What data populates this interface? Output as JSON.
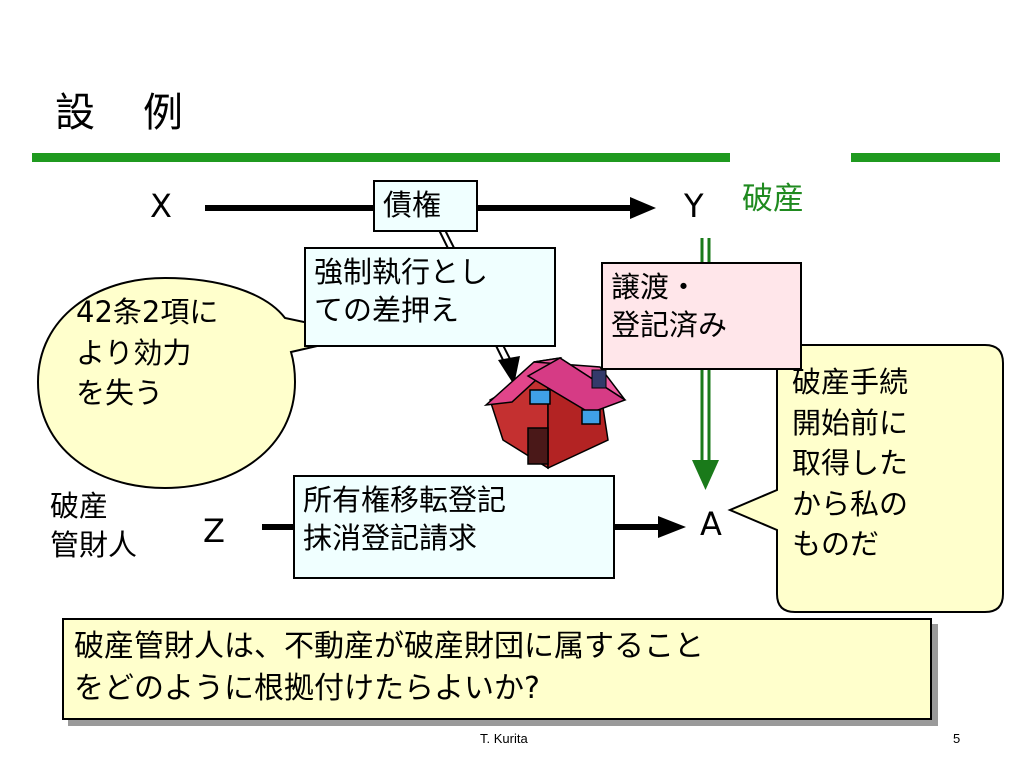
{
  "title": "設　例",
  "labels": {
    "x": "X",
    "y": "Y",
    "z": "Z",
    "a": "A",
    "bankruptcy": "破産",
    "trustee_line1": "破産",
    "trustee_line2": "管財人"
  },
  "boxes": {
    "claim": "債権",
    "enforcement": [
      "強制執行とし",
      "ての差押え"
    ],
    "transfer": [
      "譲渡・",
      "登記済み"
    ],
    "cancellation": [
      "所有権移転登記",
      "抹消登記請求"
    ]
  },
  "callouts": {
    "left": [
      "42条2項に",
      "より効力",
      "を失う"
    ],
    "right": [
      "破産手続",
      "開始前に",
      "取得した",
      "から私の",
      "ものだ"
    ]
  },
  "caption": [
    "破産管財人は、不動産が破産財団に属すること",
    "をどのように根拠付けたらよいか?"
  ],
  "footer": {
    "author": "T. Kurita",
    "page": "5"
  },
  "colors": {
    "rule": "#1f9a1f",
    "bankruptcy_text": "#1f8a1f",
    "callout_fill": "#ffffcc",
    "light_box": "#f0ffff",
    "pink_box": "#ffe6ea"
  }
}
